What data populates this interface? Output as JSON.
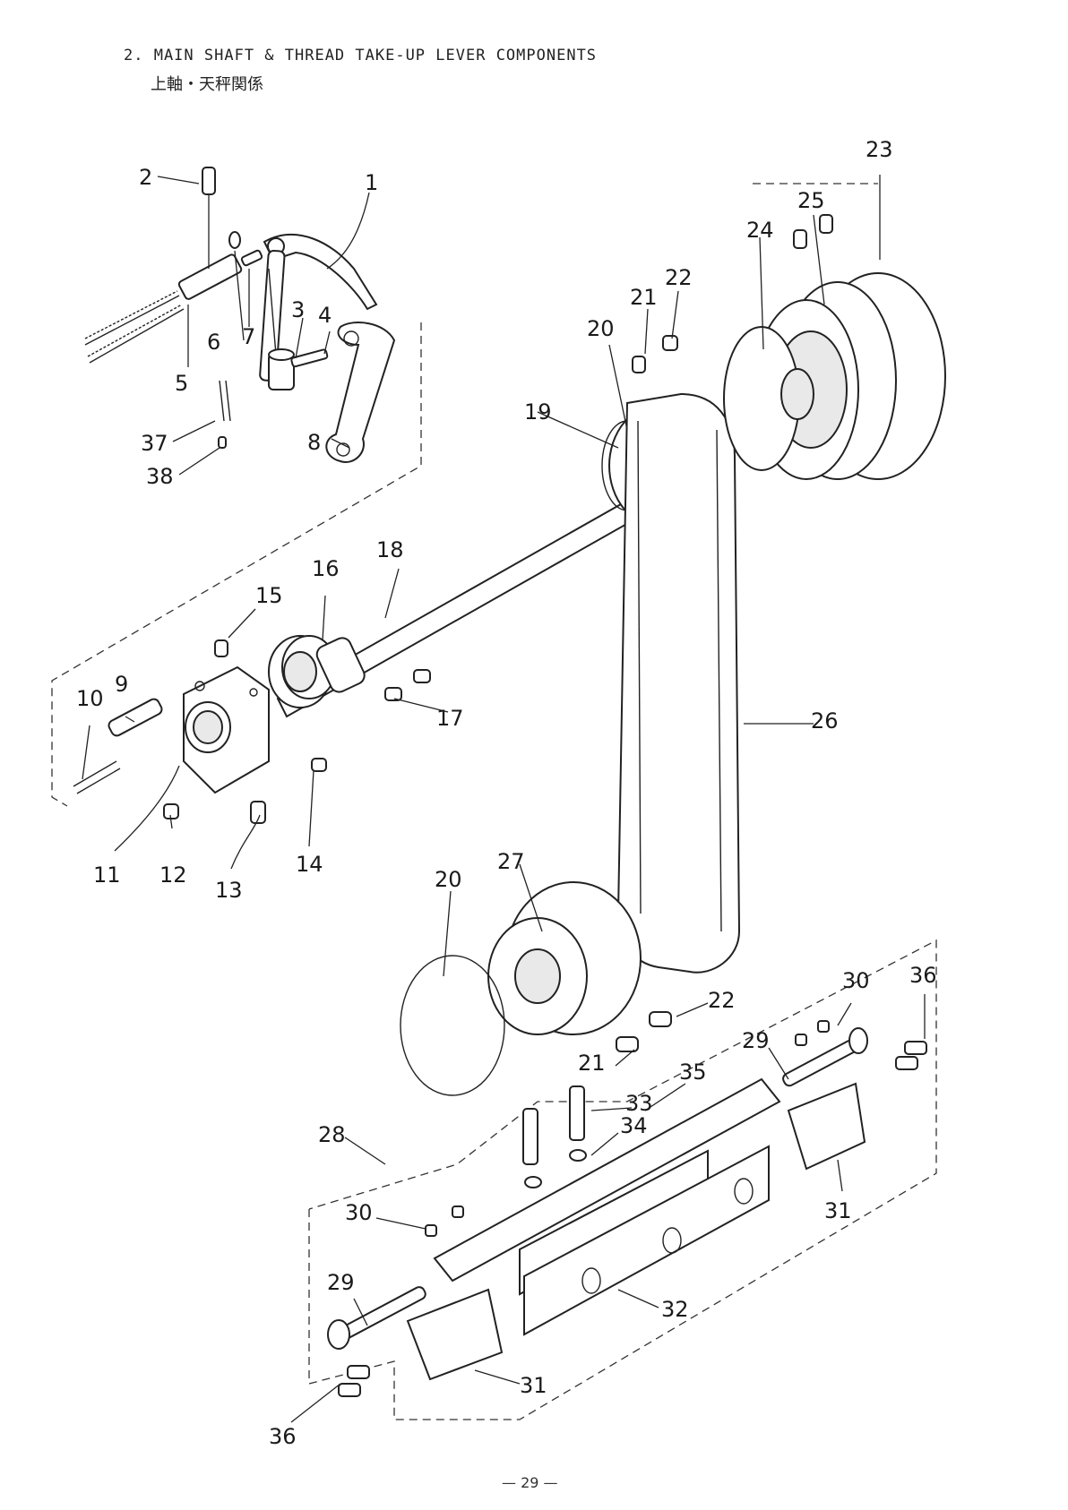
{
  "heading": "2. MAIN SHAFT & THREAD TAKE-UP LEVER COMPONENTS",
  "heading_jp": "上軸・天秤関係",
  "page_number": "— 29 —",
  "labels": [
    {
      "id": "1",
      "text": "1"
    },
    {
      "id": "2",
      "text": "2"
    },
    {
      "id": "3",
      "text": "3"
    },
    {
      "id": "4",
      "text": "4"
    },
    {
      "id": "5",
      "text": "5"
    },
    {
      "id": "6",
      "text": "6"
    },
    {
      "id": "7",
      "text": "7"
    },
    {
      "id": "8",
      "text": "8"
    },
    {
      "id": "9",
      "text": "9"
    },
    {
      "id": "10",
      "text": "10"
    },
    {
      "id": "11",
      "text": "11"
    },
    {
      "id": "12",
      "text": "12"
    },
    {
      "id": "13",
      "text": "13"
    },
    {
      "id": "14",
      "text": "14"
    },
    {
      "id": "15",
      "text": "15"
    },
    {
      "id": "16",
      "text": "16"
    },
    {
      "id": "17",
      "text": "17"
    },
    {
      "id": "18",
      "text": "18"
    },
    {
      "id": "19",
      "text": "19"
    },
    {
      "id": "20a",
      "text": "20"
    },
    {
      "id": "20b",
      "text": "20"
    },
    {
      "id": "21a",
      "text": "21"
    },
    {
      "id": "21b",
      "text": "21"
    },
    {
      "id": "22a",
      "text": "22"
    },
    {
      "id": "22b",
      "text": "22"
    },
    {
      "id": "23",
      "text": "23"
    },
    {
      "id": "24",
      "text": "24"
    },
    {
      "id": "25",
      "text": "25"
    },
    {
      "id": "26",
      "text": "26"
    },
    {
      "id": "27",
      "text": "27"
    },
    {
      "id": "28",
      "text": "28"
    },
    {
      "id": "29a",
      "text": "29"
    },
    {
      "id": "29b",
      "text": "29"
    },
    {
      "id": "30a",
      "text": "30"
    },
    {
      "id": "30b",
      "text": "30"
    },
    {
      "id": "31a",
      "text": "31"
    },
    {
      "id": "31b",
      "text": "31"
    },
    {
      "id": "32",
      "text": "32"
    },
    {
      "id": "33",
      "text": "33"
    },
    {
      "id": "34",
      "text": "34"
    },
    {
      "id": "35",
      "text": "35"
    },
    {
      "id": "36a",
      "text": "36"
    },
    {
      "id": "36b",
      "text": "36"
    },
    {
      "id": "37",
      "text": "37"
    },
    {
      "id": "38",
      "text": "38"
    }
  ]
}
